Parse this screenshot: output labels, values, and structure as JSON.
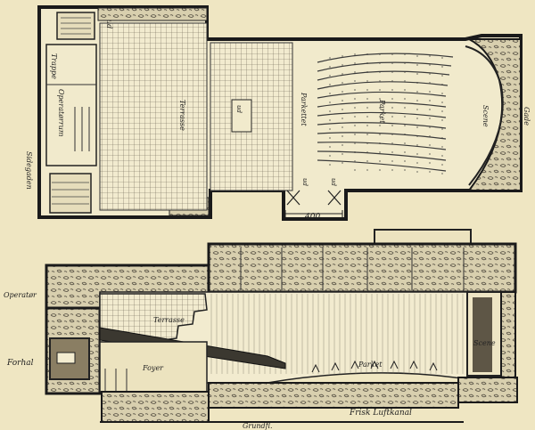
{
  "plan": {
    "labels": {
      "exit_top": "ud",
      "stairs": "Trappe",
      "operator_room": "Operatørrum",
      "side_lane": "Sidegaden",
      "terrace": "Terrasse",
      "exit_mid": "ud",
      "parquet_left": "Parkettet",
      "parquet_right": "Parket",
      "stage": "Scene",
      "exit_left": "ud",
      "exit_right": "ud",
      "dimension": "400",
      "right_street": "Gade"
    }
  },
  "section": {
    "labels": {
      "operator": "Operatør",
      "hall": "Forhal",
      "terrace": "Terrasse",
      "foyer": "Foyer",
      "parquet": "Parket",
      "stage": "Scene",
      "fresh_air_duct": "Frisk Luftkanal",
      "ground": "Grundfl."
    }
  }
}
